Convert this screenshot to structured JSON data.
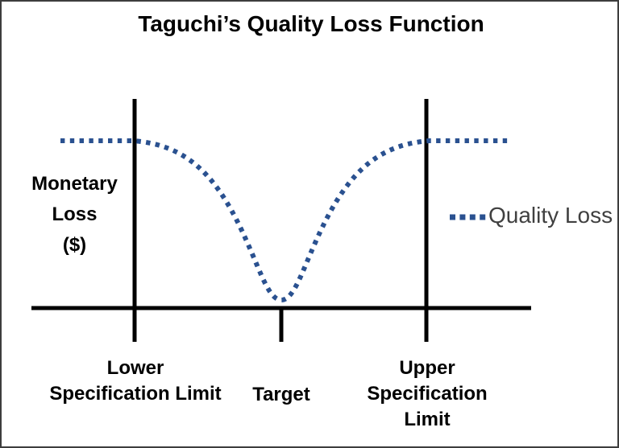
{
  "title": "Taguchi’s Quality Loss Function",
  "y_axis_label": {
    "full": "Monetary Loss ($)",
    "lines": [
      "Monetary",
      "Loss",
      "($)"
    ]
  },
  "x_axis_labels": {
    "lower": "Lower Specification Limit",
    "target": "Target",
    "upper": "Upper Specification Limit"
  },
  "legend": {
    "label": "Quality Loss"
  },
  "colors": {
    "curve": "#2a5190",
    "axis": "#000000",
    "border": "#3d3d3d",
    "title_text": "#000000",
    "legend_text": "#404040",
    "background": "#ffffff"
  },
  "chart_data": {
    "type": "line",
    "title": "Taguchi’s Quality Loss Function",
    "ylabel": "Monetary Loss ($)",
    "xlabel": "",
    "x_tick_labels": [
      "Lower Specification Limit",
      "Target",
      "Upper Specification Limit"
    ],
    "series": [
      {
        "name": "Quality Loss",
        "style": "dotted",
        "color": "#2a5190",
        "x_units": "deviation from target (specification-limit units)",
        "y_units": "relative monetary loss",
        "x": [
          -1.5,
          -1.25,
          -1.0,
          -0.8,
          -0.6,
          -0.4,
          -0.2,
          0,
          0.2,
          0.4,
          0.6,
          0.8,
          1.0,
          1.25,
          1.5
        ],
        "y": [
          1.0,
          1.0,
          1.0,
          0.92,
          0.74,
          0.46,
          0.16,
          0.0,
          0.16,
          0.46,
          0.74,
          0.92,
          1.0,
          1.0,
          1.0
        ]
      }
    ],
    "annotations": [
      "solid vertical reference line at Lower Specification Limit",
      "solid vertical reference line at Upper Specification Limit",
      "axis tick at Target where loss reaches zero",
      "loss plateaus at maximum outside the specification limits"
    ],
    "legend_position": "right",
    "grid": false,
    "ylim": [
      0,
      1.1
    ]
  }
}
